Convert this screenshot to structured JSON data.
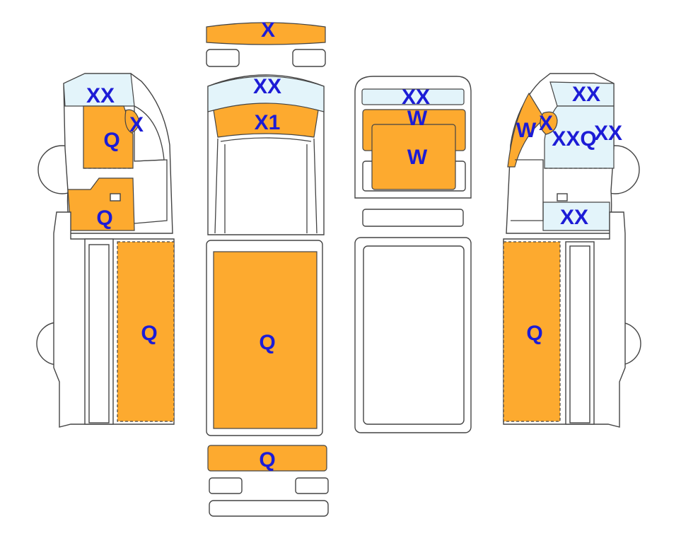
{
  "colors": {
    "damage_zone": "#fdaa2f",
    "glass_zone": "#e3f4fa",
    "label": "#1c1cd6",
    "outline": "#444444"
  },
  "views": {
    "left_side": {
      "labels": {
        "windshield": "XX",
        "mirror": "X",
        "door": "Q",
        "lower_door": "Q",
        "box": "Q"
      }
    },
    "front": {
      "labels": {
        "bumper": "X",
        "windshield": "XX",
        "hood": "X1"
      }
    },
    "top": {
      "labels": {
        "rear_glass": "XX",
        "roof_front": "W",
        "roof_main": "W"
      }
    },
    "right_side": {
      "labels": {
        "windshield": "XX",
        "pillar": "W",
        "mirror": "X",
        "door_glass": "XXQ",
        "upper_glass": "XX",
        "lower_glass": "XX",
        "box": "Q"
      }
    },
    "rear": {
      "labels": {
        "box_top": "Q",
        "bumper": "Q"
      }
    }
  }
}
